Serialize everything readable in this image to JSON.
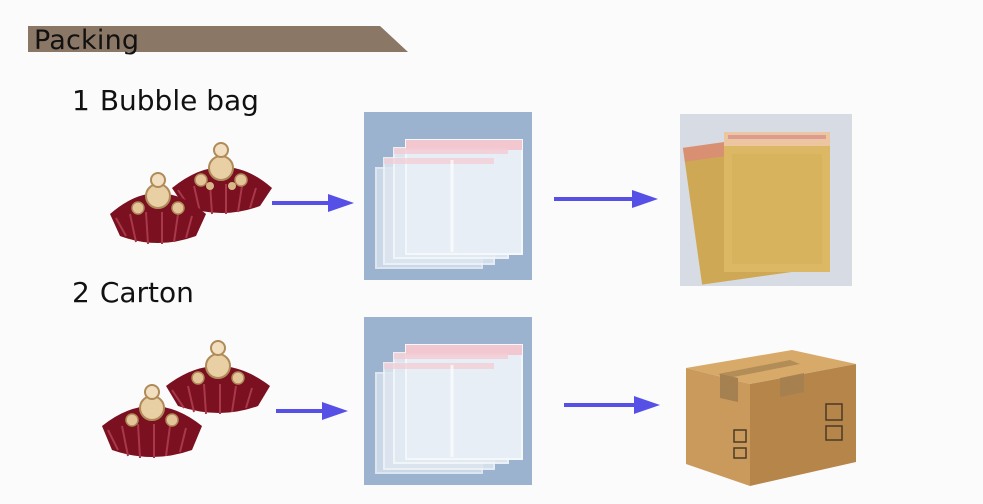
{
  "header": {
    "title": "Packing"
  },
  "steps": [
    {
      "number": "1",
      "label": "Bubble bag"
    },
    {
      "number": "2",
      "label": "Carton"
    }
  ],
  "colors": {
    "banner": "#8a7766",
    "arrow": "#5650e6",
    "tassel": "#7a1020",
    "kraft": "#dcb864",
    "carton": "#c99a5c"
  },
  "icons": {
    "earrings": "tassel-earrings",
    "opp_bags": "clear-opp-bags",
    "bubble_bag": "kraft-bubble-mailer",
    "carton": "cardboard-box"
  }
}
